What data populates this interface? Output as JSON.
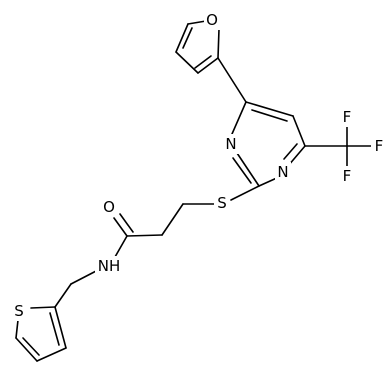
{
  "molecule": {
    "atoms": {
      "furan_o": "O",
      "pyrimidine_n_upper": "N",
      "pyrimidine_n_lower": "N",
      "fluorine_top": "F",
      "fluorine_right": "F",
      "fluorine_bottom": "F",
      "thioether_s": "S",
      "carbonyl_o": "O",
      "amide_nh": "NH",
      "thiophene_s": "S"
    }
  }
}
